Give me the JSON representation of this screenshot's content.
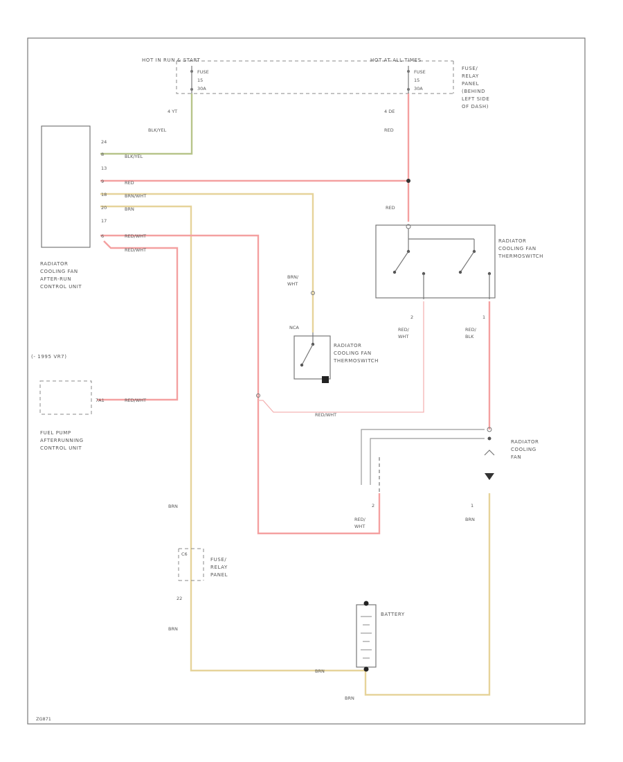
{
  "fuse_panel": {
    "hot_start": "HOT IN RUN & START",
    "hot_always": "HOT AT ALL TIMES",
    "fuse_word": "FUSE",
    "fuse_left_num": "15",
    "fuse_right_num": "15",
    "fuse_left_amp": "30A",
    "fuse_right_amp": "30A",
    "label": [
      "FUSE/",
      "RELAY",
      "PANEL",
      "(BEHIND",
      "LEFT SIDE",
      "OF DASH)"
    ]
  },
  "wires": {
    "left_gauge": "4 YT",
    "left_color": "BLK/YEL",
    "right_gauge": "4 DE",
    "right_color": "RED",
    "red_mid": "RED",
    "red_sw_left": [
      "RED/",
      "WHT"
    ],
    "red_sw_right": [
      "RED/",
      "BLK"
    ],
    "brn_wht": [
      "BRN/",
      "WHT"
    ],
    "red_wht_long": "RED/WHT",
    "red_wht_fan": [
      "RED/",
      "WHT"
    ],
    "brn_fan": "BRN",
    "brn_left": "BRN",
    "brn_left2": "BRN",
    "brn_batt": "BRN",
    "brn_bottom": "BRN"
  },
  "control_unit": {
    "label": [
      "RADIATOR",
      "COOLING FAN",
      "AFTER-RUN",
      "CONTROL UNIT"
    ],
    "pins": [
      {
        "num": "24",
        "color": ""
      },
      {
        "num": "8",
        "color": "BLK/YEL"
      },
      {
        "num": "13",
        "color": ""
      },
      {
        "num": "9",
        "color": "RED"
      },
      {
        "num": "18",
        "color": "BRN/WHT"
      },
      {
        "num": "20",
        "color": "BRN"
      },
      {
        "num": "17",
        "color": ""
      },
      {
        "num": "6",
        "color": "RED/WHT"
      }
    ],
    "extra_color": "RED/WHT"
  },
  "thermo_switch_main": {
    "label": [
      "RADIATOR",
      "COOLING FAN",
      "THERMOSWITCH"
    ],
    "pin_left": "2",
    "pin_right": "1"
  },
  "thermo_switch_small": {
    "label": [
      "RADIATOR",
      "COOLING FAN",
      "THERMOSWITCH"
    ],
    "nca": "NCA"
  },
  "fuel_pump": {
    "note": "(- 1995 VR7)",
    "pin": "7A1",
    "wire": "RED/WHT",
    "label": [
      "FUEL PUMP",
      "AFTERRUNNING",
      "CONTROL UNIT"
    ]
  },
  "cooling_fan": {
    "label": [
      "RADIATOR",
      "COOLING",
      "FAN"
    ],
    "pin_left": "2",
    "pin_right": "1"
  },
  "fuse_relay_bottom": {
    "label": [
      "FUSE/",
      "RELAY",
      "PANEL"
    ],
    "pin_top": "C6",
    "pin_bottom": "22"
  },
  "battery": {
    "label": "BATTERY"
  },
  "footer": "ZG871"
}
